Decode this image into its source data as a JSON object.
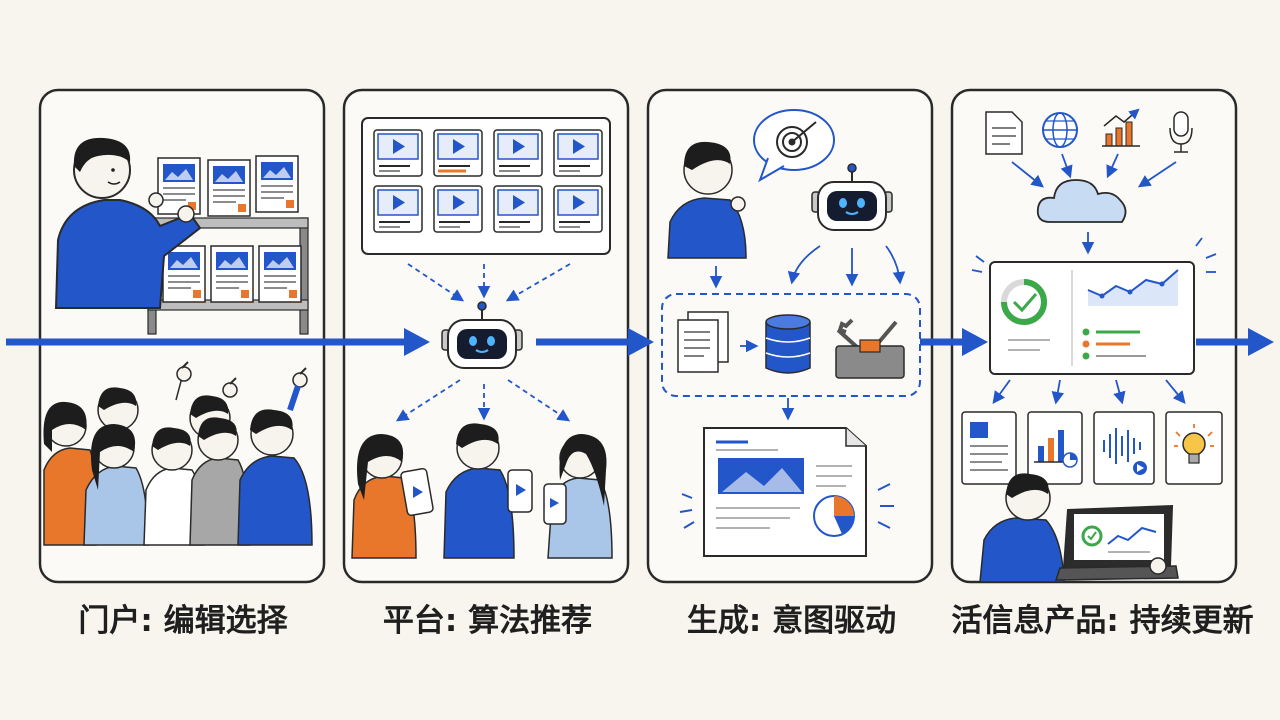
{
  "stages": [
    {
      "id": "portal",
      "label": "门户: 编辑选择"
    },
    {
      "id": "platform",
      "label": "平台: 算法推荐"
    },
    {
      "id": "generation",
      "label": "生成: 意图驱动"
    },
    {
      "id": "living-product",
      "label": "活信息产品: 持续更新"
    }
  ],
  "colors": {
    "accent_blue": "#2356c9",
    "orange": "#e8772b",
    "green": "#3ba84a",
    "outline": "#2a2a2a",
    "background": "#f7f5ee"
  }
}
